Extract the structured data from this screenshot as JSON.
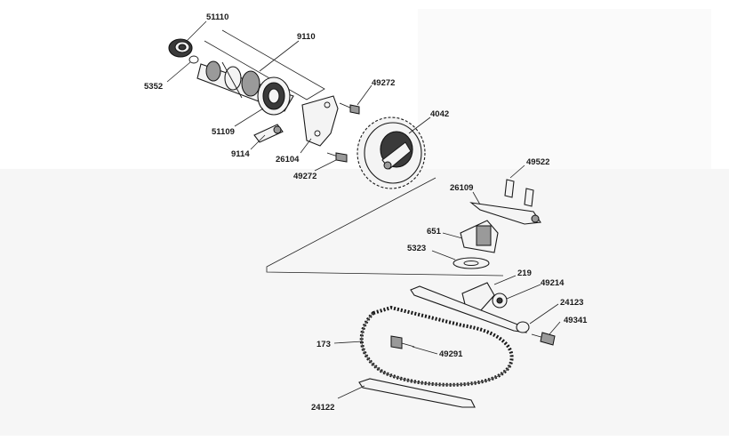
{
  "labels": {
    "p51110": "51110",
    "p9110": "9110",
    "p5352": "5352",
    "p49272a": "49272",
    "p4042": "4042",
    "p51109": "51109",
    "p9114": "9114",
    "p26104": "26104",
    "p49272b": "49272",
    "p49522": "49522",
    "p26109": "26109",
    "p651": "651",
    "p5323": "5323",
    "p219": "219",
    "p49214": "49214",
    "p24123": "24123",
    "p49341": "49341",
    "p173": "173",
    "p49291": "49291",
    "p24122": "24122"
  }
}
